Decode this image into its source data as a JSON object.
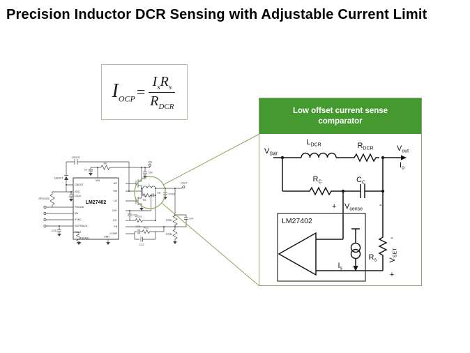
{
  "title": "Precision Inductor DCR Sensing with Adjustable Current Limit",
  "formula": {
    "result_base": "I",
    "result_sub": "OCP",
    "equals": "=",
    "numerator": [
      {
        "base": "I",
        "sub": "s"
      },
      {
        "base": "R",
        "sub": "s"
      }
    ],
    "denominator": {
      "base": "R",
      "sub": "DCR"
    }
  },
  "callout_box": {
    "title_line1": "Low offset current sense",
    "title_line2": "comparator"
  },
  "detail_circuit": {
    "vsw": {
      "base": "V",
      "sub": "SW"
    },
    "ldcr": {
      "base": "L",
      "sub": "DCR"
    },
    "rdcr": {
      "base": "R",
      "sub": "DCR"
    },
    "vout": {
      "base": "V",
      "sub": "out"
    },
    "io": {
      "base": "I",
      "sub": "o"
    },
    "rc": {
      "base": "R",
      "sub": "C"
    },
    "cc": {
      "base": "C",
      "sub": "C"
    },
    "vsense": {
      "plus": "+",
      "base": "V",
      "sub": "sense",
      "minus": "-"
    },
    "chip": "LM27402",
    "is": {
      "base": "I",
      "sub": "s"
    },
    "rs": {
      "base": "R",
      "sub": "s"
    },
    "vset": {
      "minus": "-",
      "base": "V",
      "sub": "SET",
      "plus": "+"
    }
  },
  "schematic": {
    "chip_label": "LM27402",
    "pins": {
      "left": [
        "CBOOT",
        "VDD",
        "PGOOD",
        "EN",
        "SYNC",
        "SS/TRACK",
        "FADJ"
      ],
      "right": [
        "HG",
        "SW",
        "LG",
        "CS+",
        "CS-",
        "FB",
        "COMP"
      ],
      "top": "VIN",
      "bottom": "GND"
    },
    "labels": {
      "cboot": "CBOOT",
      "cf": "CF",
      "rf": "RF",
      "vin": "VIN",
      "cin": "CIN",
      "q1": "Q1",
      "q2": "Q2",
      "dboot": "DBOOT",
      "cvdd": "CVDD",
      "rpgood": "RPGOOD",
      "css": "CSS",
      "rfadj": "RFADJ",
      "l": "L",
      "rs": "RS",
      "cs": "CS",
      "cout": "COUT",
      "vout": "VOUT",
      "ccs": "CCS",
      "rcs1": "RCS1",
      "cc1": "CC1",
      "rc1": "RC1",
      "cc2": "CC2",
      "rfb1": "RFB1",
      "rfb2": "RFB2",
      "cff": "CFF"
    }
  },
  "colors": {
    "accent_green": "#459a2f",
    "callout_line": "#8aa964",
    "box_border": "#8fa07c",
    "schematic_ink": "#3f3f3f",
    "circuit_ink": "#161616"
  }
}
